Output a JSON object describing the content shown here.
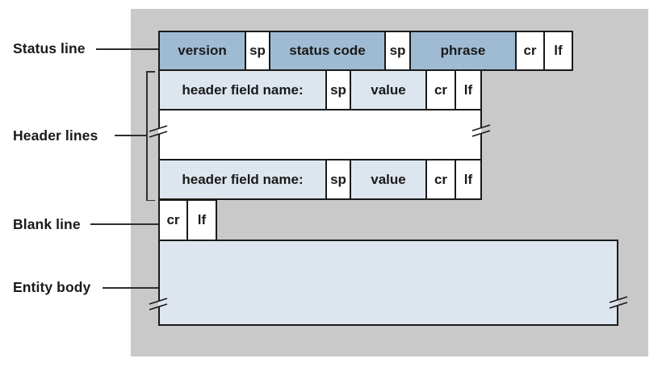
{
  "figure": {
    "labels": {
      "status_line": "Status line",
      "header_lines": "Header lines",
      "blank_line": "Blank line",
      "entity_body": "Entity body"
    },
    "status_row": [
      {
        "label": "version"
      },
      {
        "label": "sp"
      },
      {
        "label": "status code"
      },
      {
        "label": "sp"
      },
      {
        "label": "phrase"
      },
      {
        "label": "cr"
      },
      {
        "label": "lf"
      }
    ],
    "header_row": [
      {
        "label": "header field name:"
      },
      {
        "label": "sp"
      },
      {
        "label": "value"
      },
      {
        "label": "cr"
      },
      {
        "label": "lf"
      }
    ],
    "blank_row": [
      {
        "label": "cr"
      },
      {
        "label": "lf"
      }
    ],
    "icons": {
      "break_mark": "double-slash-continuation"
    },
    "colors": {
      "status_field_fill": "#9fbbd3",
      "header_field_fill": "#dde6ee",
      "entity_body_fill": "#dde6ee",
      "continuation_fill": "#ffffff",
      "background_panel": "#c9c9c9",
      "page_background": "#ffffff",
      "border": "#1a1a1a"
    }
  }
}
